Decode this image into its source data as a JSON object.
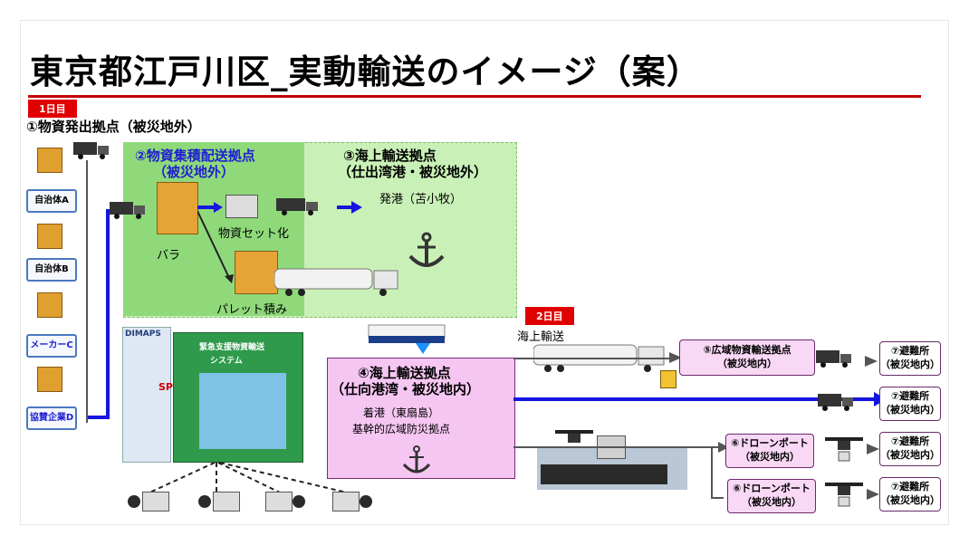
{
  "title": "東京都江戸川区_実動輸送のイメージ（案）",
  "day1": "1日目",
  "day2": "2日目",
  "origin_label": "①物資発出拠点（被災地外）",
  "sources": [
    "自治体A",
    "自治体B",
    "メーカーC",
    "協賛企業D"
  ],
  "hub2": {
    "line1": "②物資集積配送拠点",
    "line2": "（被災地外）"
  },
  "hub3": {
    "line1": "③海上輸送拠点",
    "line2": "（仕出湾港・被災地外）",
    "sub": "発港（苫小牧）"
  },
  "labels": {
    "bara": "バラ",
    "set": "物資セット化",
    "pallet": "パレット積み",
    "sea": "海上輸送"
  },
  "hub4": {
    "line1": "④海上輸送拠点",
    "line2": "（仕向港湾・被災地内）",
    "sub1": "着港（東扇島）",
    "sub2": "基幹的広域防災拠点"
  },
  "hub5": {
    "line1": "⑤広域物資輸送拠点",
    "line2": "（被災地内）"
  },
  "shelter": {
    "line1": "⑦避難所",
    "line2": "（被災地内）"
  },
  "drone": {
    "line1": "⑥ドローンポート",
    "line2": "（被災地内）"
  },
  "system": {
    "logo": "DIMAPS",
    "title1": "緊急支援物資輸送",
    "title2": "システム",
    "spo": "SPO"
  },
  "colors": {
    "accent": "#c00000",
    "line": "#1515e0",
    "pink": "#f5c6f2",
    "green": "#c9f0b6"
  }
}
